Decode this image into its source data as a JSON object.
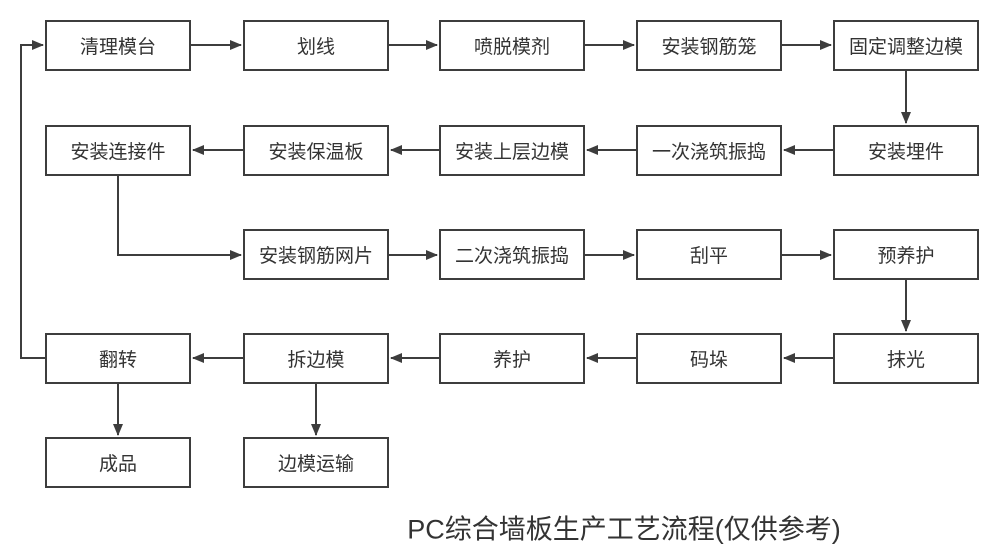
{
  "caption": "PC综合墙板生产工艺流程(仅供参考)",
  "colors": {
    "line": "#3d3d3d",
    "text": "#333333",
    "box_fill": "#ffffff",
    "background": "#ffffff"
  },
  "nodes": [
    {
      "id": "clean-mold-table",
      "label": "清理模台",
      "row": 1,
      "col": 1
    },
    {
      "id": "scribe-line",
      "label": "划线",
      "row": 1,
      "col": 2
    },
    {
      "id": "spray-release-agent",
      "label": "喷脱模剂",
      "row": 1,
      "col": 3
    },
    {
      "id": "install-rebar-cage",
      "label": "安装钢筋笼",
      "row": 1,
      "col": 4
    },
    {
      "id": "fix-adjust-side-mold",
      "label": "固定调整边模",
      "row": 1,
      "col": 5
    },
    {
      "id": "install-connectors",
      "label": "安装连接件",
      "row": 2,
      "col": 1
    },
    {
      "id": "install-insulation-board",
      "label": "安装保温板",
      "row": 2,
      "col": 2
    },
    {
      "id": "install-upper-side-mold",
      "label": "安装上层边模",
      "row": 2,
      "col": 3
    },
    {
      "id": "first-pour-vibrate",
      "label": "一次浇筑振捣",
      "row": 2,
      "col": 4
    },
    {
      "id": "install-embedded-parts",
      "label": "安装埋件",
      "row": 2,
      "col": 5
    },
    {
      "id": "install-rebar-mesh",
      "label": "安装钢筋网片",
      "row": 3,
      "col": 2
    },
    {
      "id": "second-pour-vibrate",
      "label": "二次浇筑振捣",
      "row": 3,
      "col": 3
    },
    {
      "id": "screed-flat",
      "label": "刮平",
      "row": 3,
      "col": 4
    },
    {
      "id": "pre-curing",
      "label": "预养护",
      "row": 3,
      "col": 5
    },
    {
      "id": "flip",
      "label": "翻转",
      "row": 4,
      "col": 1
    },
    {
      "id": "remove-side-mold",
      "label": "拆边模",
      "row": 4,
      "col": 2
    },
    {
      "id": "curing",
      "label": "养护",
      "row": 4,
      "col": 3
    },
    {
      "id": "stack",
      "label": "码垛",
      "row": 4,
      "col": 4
    },
    {
      "id": "trowel-polish",
      "label": "抹光",
      "row": 4,
      "col": 5
    },
    {
      "id": "finished-product",
      "label": "成品",
      "row": 5,
      "col": 1
    },
    {
      "id": "side-mold-transport",
      "label": "边模运输",
      "row": 5,
      "col": 2
    }
  ],
  "edges": [
    {
      "from": "clean-mold-table",
      "to": "scribe-line"
    },
    {
      "from": "scribe-line",
      "to": "spray-release-agent"
    },
    {
      "from": "spray-release-agent",
      "to": "install-rebar-cage"
    },
    {
      "from": "install-rebar-cage",
      "to": "fix-adjust-side-mold"
    },
    {
      "from": "fix-adjust-side-mold",
      "to": "install-embedded-parts"
    },
    {
      "from": "install-embedded-parts",
      "to": "first-pour-vibrate"
    },
    {
      "from": "first-pour-vibrate",
      "to": "install-upper-side-mold"
    },
    {
      "from": "install-upper-side-mold",
      "to": "install-insulation-board"
    },
    {
      "from": "install-insulation-board",
      "to": "install-connectors"
    },
    {
      "from": "install-connectors",
      "to": "install-rebar-mesh"
    },
    {
      "from": "install-rebar-mesh",
      "to": "second-pour-vibrate"
    },
    {
      "from": "second-pour-vibrate",
      "to": "screed-flat"
    },
    {
      "from": "screed-flat",
      "to": "pre-curing"
    },
    {
      "from": "pre-curing",
      "to": "trowel-polish"
    },
    {
      "from": "trowel-polish",
      "to": "stack"
    },
    {
      "from": "stack",
      "to": "curing"
    },
    {
      "from": "curing",
      "to": "remove-side-mold"
    },
    {
      "from": "remove-side-mold",
      "to": "flip"
    },
    {
      "from": "flip",
      "to": "clean-mold-table"
    },
    {
      "from": "flip",
      "to": "finished-product"
    },
    {
      "from": "remove-side-mold",
      "to": "side-mold-transport"
    }
  ]
}
